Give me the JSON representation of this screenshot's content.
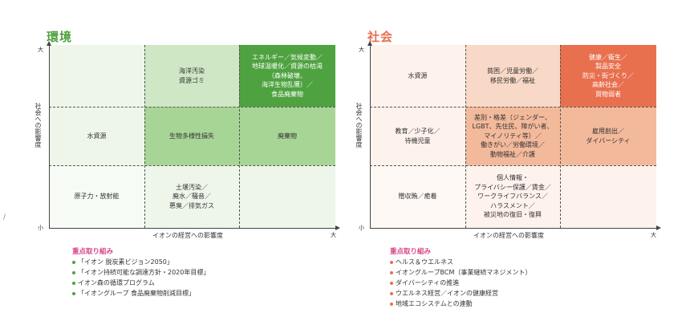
{
  "colors": {
    "env_title": "#4ea23f",
    "soc_title": "#e8704e",
    "priority_heading": "#d64489",
    "env_light": "#eef6ea",
    "env_mid": "#cfe7c4",
    "env_strong": "#a7d596",
    "env_dark": "#4ea23f",
    "soc_light": "#fdf2ec",
    "soc_mid": "#f8d8c6",
    "soc_strong": "#f3b99b",
    "soc_dark": "#e8704e"
  },
  "environment": {
    "title": "環境",
    "y_axis_label": "社会への影響度",
    "y_high": "大",
    "y_low": "小",
    "x_axis_label": "イオンの経営への影響度",
    "x_high": "大",
    "cells": [
      [
        "",
        "海洋汚染\n資源ゴミ",
        "エネルギー／気候変動／\n地球温暖化／資源の枯渇\n（森林破壊、\n海洋生物乱獲）／\n食品廃棄物"
      ],
      [
        "水資源",
        "生物多様性損失",
        "廃棄物"
      ],
      [
        "原子力・放射能",
        "土壌汚染／\n廃水／騒音／\n悪臭／排気ガス",
        ""
      ]
    ],
    "priority_heading": "重点取り組み",
    "priorities": [
      "「イオン 脱炭素ビジョン2050」",
      "「イオン持続可能な調達方針・2020年目標」",
      "イオン森の循環プログラム",
      "「イオングループ 食品廃棄物削減目標」"
    ]
  },
  "society": {
    "title": "社会",
    "y_axis_label": "社会への影響度",
    "y_high": "大",
    "y_low": "小",
    "x_axis_label": "イオンの経営への影響度",
    "x_high": "大",
    "cells": [
      [
        "水資源",
        "貧困／児童労働／\n移民労働／福祉",
        "健康／衛生／\n製品安全\n防災・街づくり／\n高齢社会／\n買物弱者"
      ],
      [
        "教育／少子化／\n待機児童",
        "差別・格差（ジェンダー、\nLGBT、先住民、障がい者、\nマイノリティ等）／\n働きがい／労働環境／\n動物福祉／介護",
        "雇用創出／\nダイバーシティ"
      ],
      [
        "贈収賄／癒着",
        "個人情報・\nプライバシー保護／賃金／\nワークライフバランス／\nハラスメント／\n被災地の復旧・復興",
        ""
      ]
    ],
    "priority_heading": "重点取り組み",
    "priorities": [
      "ヘルス＆ウエルネス",
      "イオングループBCM（事業継続マネジメント）",
      "ダイバーシティの推進",
      "ウエルネス経営／イオンの健康経営",
      "地域エコシステムとの連動"
    ]
  },
  "margin_mark": "/"
}
